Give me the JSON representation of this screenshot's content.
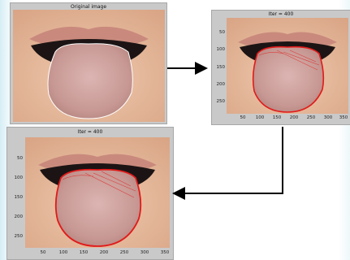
{
  "panels": {
    "original": {
      "title": "Original image"
    },
    "iter1": {
      "title": "Iter = 400",
      "yticks": [
        "50",
        "100",
        "150",
        "200",
        "250"
      ],
      "xticks": [
        "50",
        "100",
        "150",
        "200",
        "250",
        "300",
        "350"
      ]
    },
    "iter2": {
      "title": "Iter = 400",
      "yticks": [
        "50",
        "100",
        "150",
        "200",
        "250"
      ],
      "xticks": [
        "50",
        "100",
        "150",
        "200",
        "250",
        "300",
        "350"
      ]
    }
  },
  "colors": {
    "skin": "#e8b99c",
    "lip": "#c98a7d",
    "mouth_dark": "#1c1414",
    "tongue": "#c99c97",
    "contour_white": "#ffffff",
    "contour_red": "#e11a1a",
    "arrow": "#000000"
  }
}
